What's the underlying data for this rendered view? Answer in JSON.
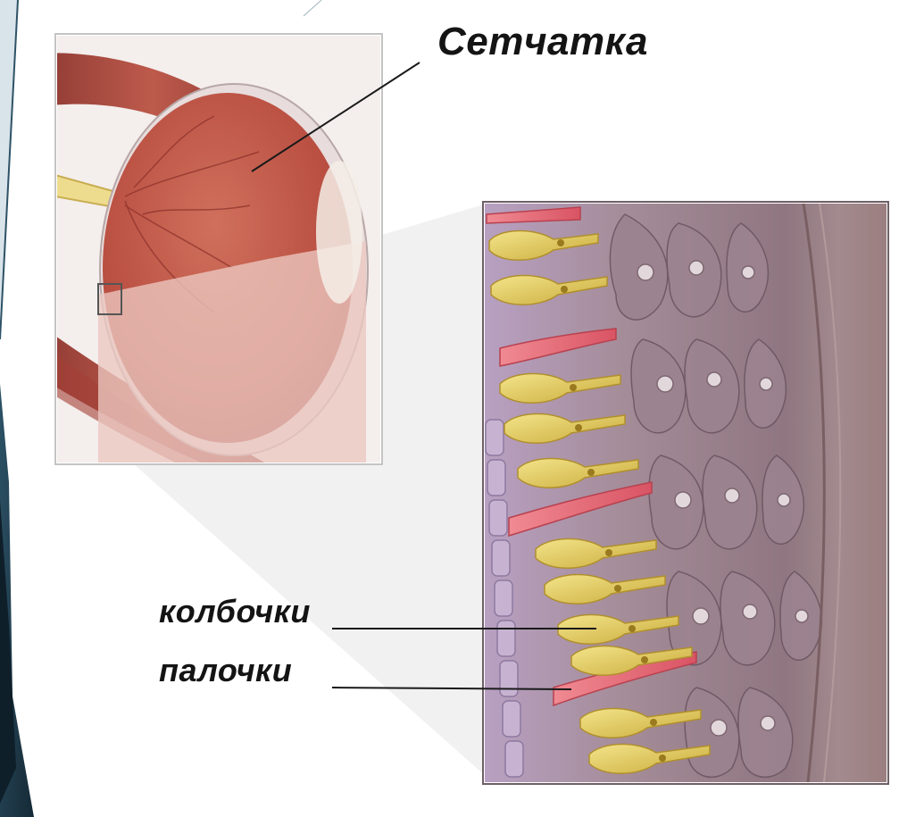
{
  "labels": {
    "retina": "Сетчатка",
    "cones": "колбочки",
    "rods": "палочки"
  },
  "colors": {
    "cone_fill": "#e2c95a",
    "rod_fill": "#e7707a",
    "tissue_fill": "#a88d9a",
    "eye_interior": "#c0584a",
    "muscle": "#b0483f",
    "frame_accent": "#1f3e4f"
  }
}
